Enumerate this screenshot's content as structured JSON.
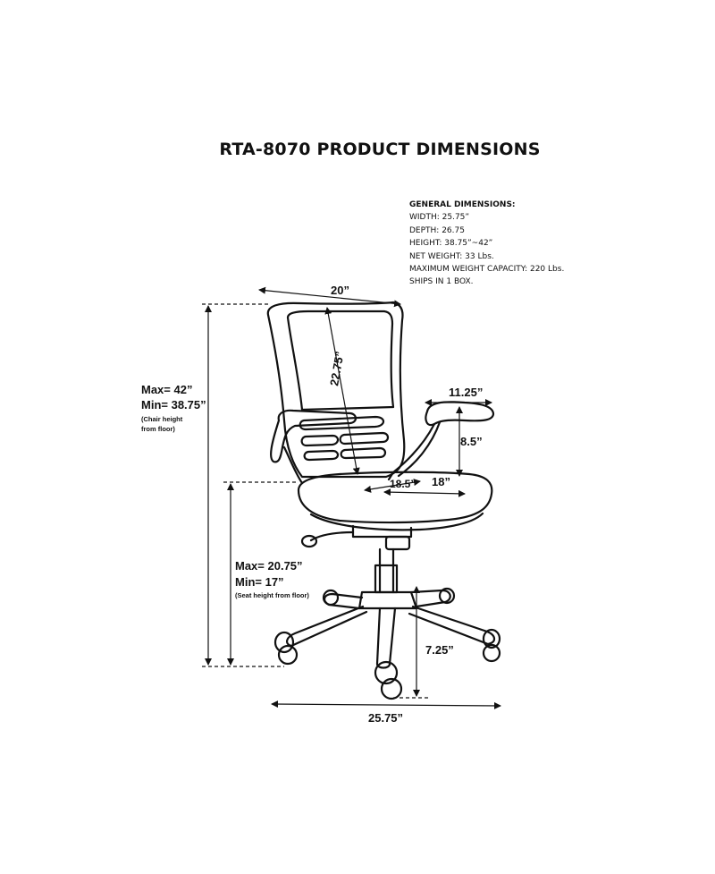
{
  "title": "RTA-8070 PRODUCT DIMENSIONS",
  "general": {
    "heading": "GENERAL DIMENSIONS:",
    "width": "WIDTH: 25.75”",
    "depth": "DEPTH: 26.75",
    "height": "HEIGHT: 38.75”~42”",
    "net_weight": "NET WEIGHT: 33 Lbs.",
    "max_capacity": "MAXIMUM WEIGHT CAPACITY: 220 Lbs.",
    "ships": "SHIPS IN 1 BOX."
  },
  "dimensions": {
    "back_width": "20”",
    "back_height": "22.75”",
    "armrest_length": "11.25”",
    "armrest_height": "8.5”",
    "seat_depth": "18.5”",
    "seat_width": "18”",
    "chair_height_max": "Max= 42”",
    "chair_height_min": "Min= 38.75”",
    "chair_height_note_1": "(Chair height",
    "chair_height_note_2": "from floor)",
    "seat_height_max": "Max= 20.75”",
    "seat_height_min": "Min= 17”",
    "seat_height_note": "(Seat height from floor)",
    "base_height": "7.25”",
    "base_width": "25.75”"
  },
  "colors": {
    "line": "#111111",
    "background": "#ffffff"
  }
}
